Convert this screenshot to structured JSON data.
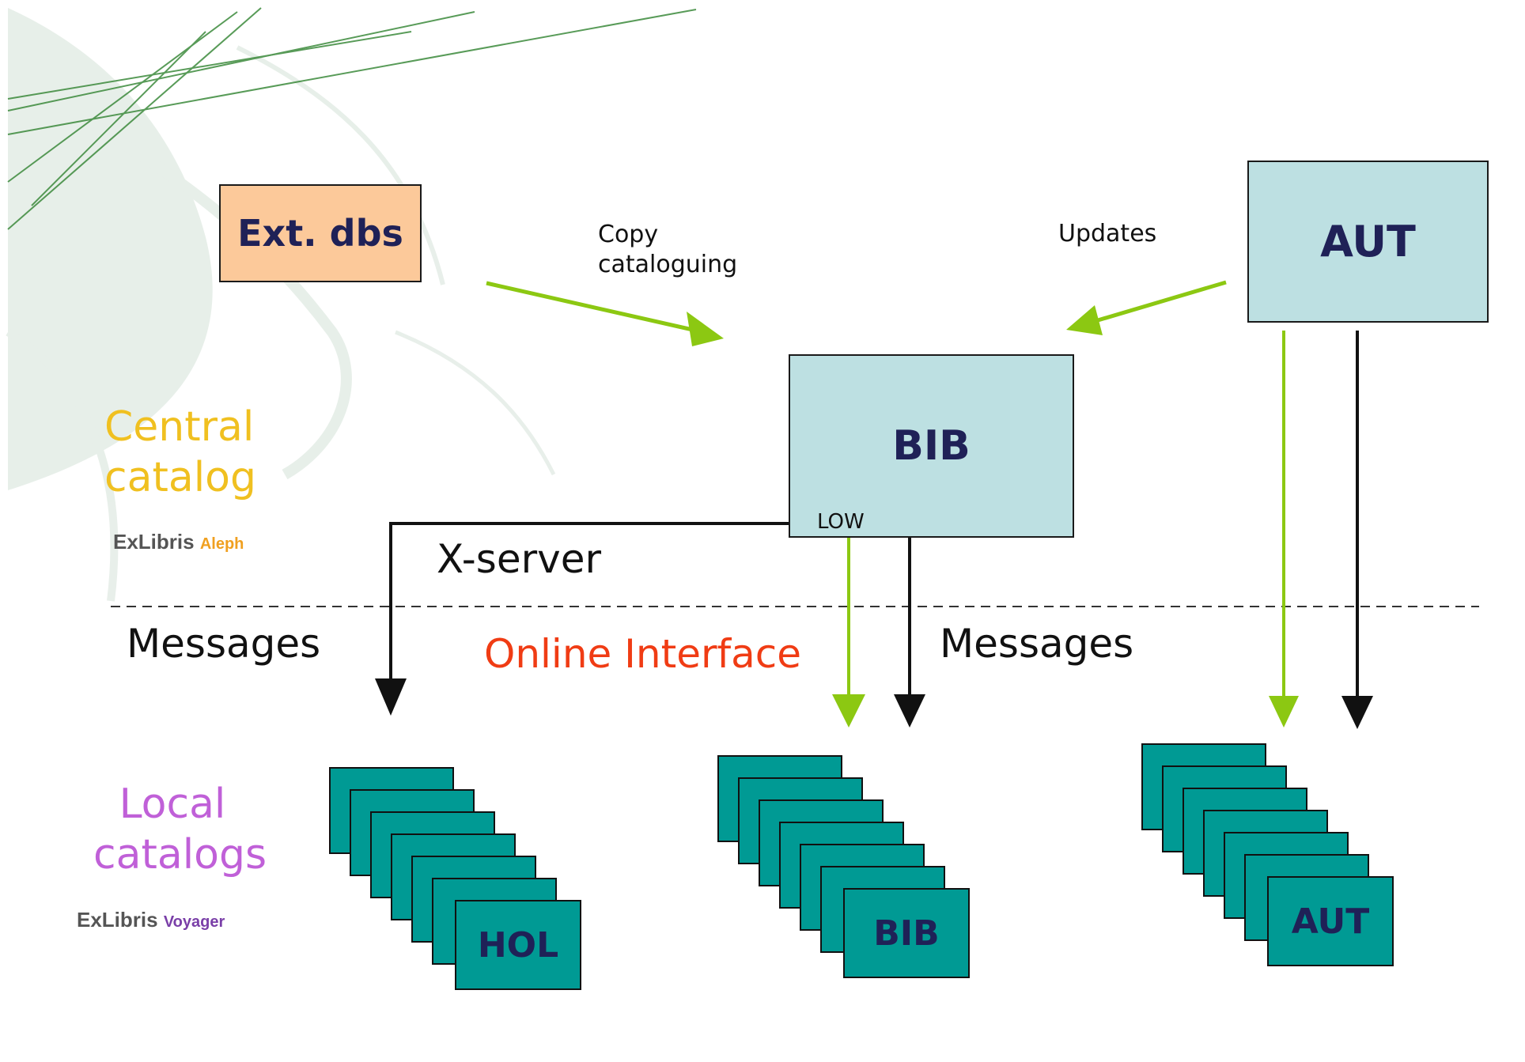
{
  "top_boxes": {
    "ext_dbs": "Ext. dbs",
    "aut": "AUT",
    "bib": "BIB"
  },
  "flow_labels": {
    "copy_cataloguing_line1": "Copy",
    "copy_cataloguing_line2": "cataloguing",
    "updates": "Updates",
    "low": "LOW",
    "x_server": "X-server",
    "messages_left": "Messages",
    "messages_right": "Messages",
    "online_interface": "Online Interface"
  },
  "sections": {
    "central_line1": "Central",
    "central_line2": "catalog",
    "local_line1": "Local",
    "local_line2": "catalogs"
  },
  "logos": {
    "aleph_brand": "ExLibris",
    "aleph_product": "Aleph",
    "voyager_brand": "ExLibris",
    "voyager_product": "Voyager"
  },
  "stacks": {
    "hol": "HOL",
    "bib": "BIB",
    "aut": "AUT"
  },
  "colors": {
    "ext_fill": "#fcc99a",
    "db_fill": "#bde0e2",
    "stack_fill": "#009a94",
    "green_arrow": "#8cc812",
    "central_label": "#f0c020",
    "local_label": "#c060d8",
    "online_label": "#f03c14"
  }
}
